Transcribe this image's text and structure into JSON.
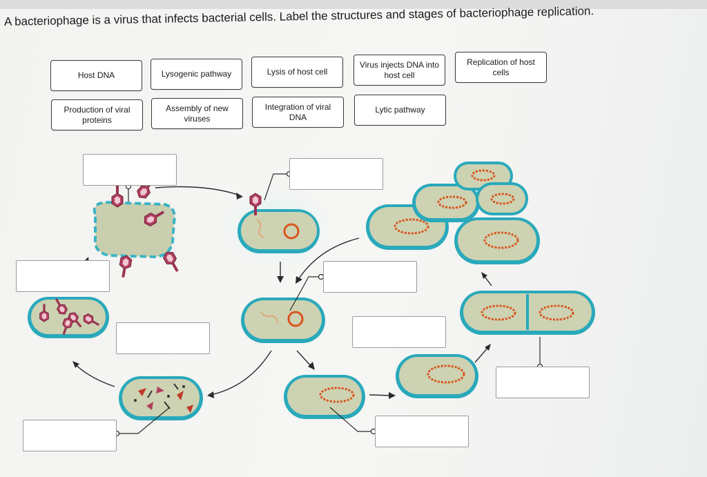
{
  "question": "A bacteriophage is a virus that infects bacterial cells. Label the structures and stages of bacteriophage replication.",
  "label_bank": [
    "Host DNA",
    "Lysogenic pathway",
    "Lysis of host cell",
    "Virus injects DNA into host cell",
    "Replication of host cells",
    "Production of viral proteins",
    "Assembly of new viruses",
    "Integration of viral DNA",
    "Lytic pathway"
  ],
  "drop_targets": [
    "",
    "",
    "",
    "",
    "",
    "",
    "",
    "",
    ""
  ],
  "colors": {
    "cell_fill": "#cfd4b3",
    "cell_border": "#2fb0c2",
    "dna": "#d9541c",
    "phage": "#b0405f"
  }
}
